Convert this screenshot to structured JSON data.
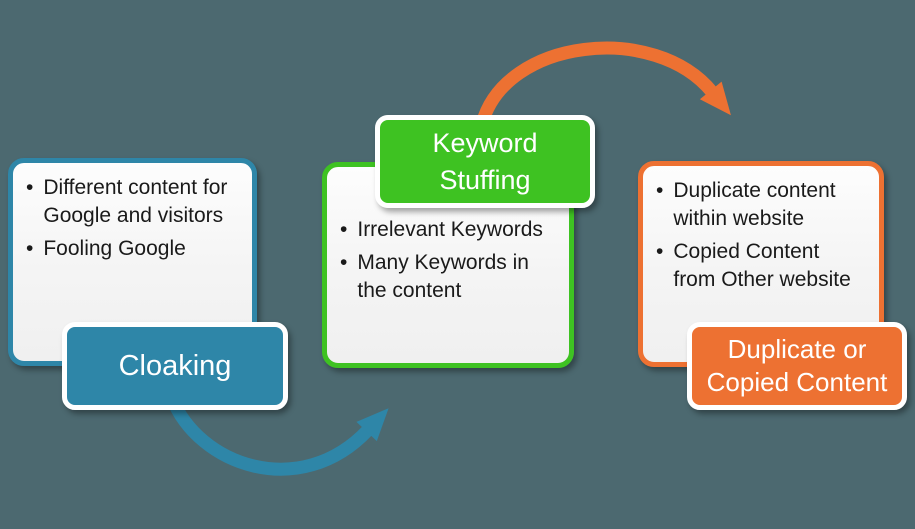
{
  "diagram": {
    "background_color": "#4C6970",
    "nodes": [
      {
        "id": "cloaking",
        "label": "Cloaking",
        "color": "#2E86A8",
        "bullets": [
          "Different content for\nGoogle and visitors",
          "Fooling Google"
        ]
      },
      {
        "id": "keyword-stuffing",
        "label": "Keyword\nStuffing",
        "color": "#3EC222",
        "bullets": [
          "Irrelevant Keywords",
          "Many Keywords in\nthe content"
        ]
      },
      {
        "id": "duplicate-copied-content",
        "label": "Duplicate or\nCopied Content",
        "color": "#ED7132",
        "bullets": [
          "Duplicate content\nwithin website",
          "Copied Content\nfrom Other website"
        ]
      }
    ],
    "connectors": [
      {
        "from": "cloaking",
        "to": "keyword-stuffing",
        "color": "#2E86A8"
      },
      {
        "from": "keyword-stuffing",
        "to": "duplicate-copied-content",
        "color": "#ED7132"
      }
    ]
  }
}
